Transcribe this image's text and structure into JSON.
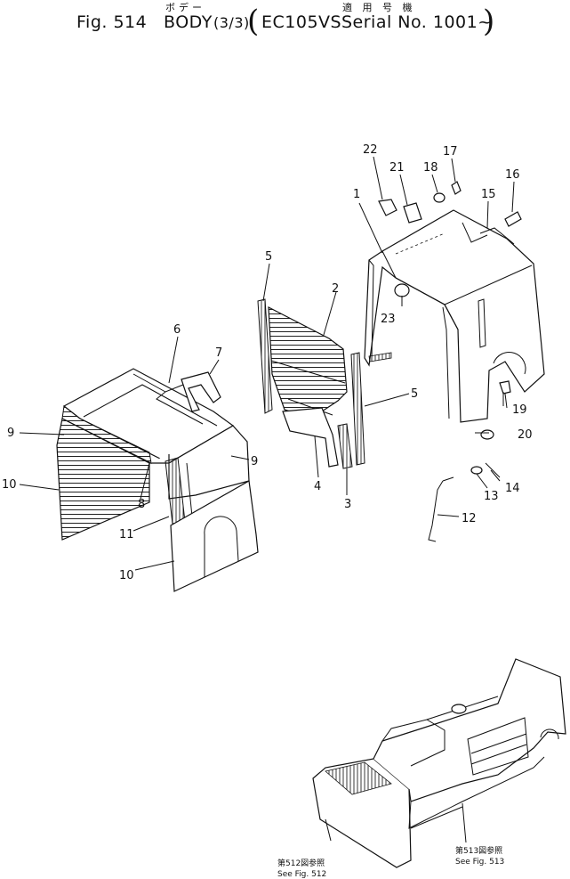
{
  "header": {
    "fig_label": "Fig. 514",
    "body_label": "BODY",
    "fraction": "(3/3)",
    "jp_title": "ボデー",
    "jp_applicable": "適 用 号 機",
    "model": "EC105VS",
    "serial_label": "Serial No. 1001~"
  },
  "callouts": {
    "c1": "1",
    "c2": "2",
    "c3": "3",
    "c4": "4",
    "c5a": "5",
    "c5b": "5",
    "c6": "6",
    "c7": "7",
    "c8": "8",
    "c9a": "9",
    "c9b": "9",
    "c10a": "10",
    "c10b": "10",
    "c11": "11",
    "c12": "12",
    "c13": "13",
    "c14": "14",
    "c15": "15",
    "c16": "16",
    "c17": "17",
    "c18": "18",
    "c19": "19",
    "c20": "20",
    "c21": "21",
    "c22": "22",
    "c23": "23"
  },
  "references": {
    "ref512_jp": "第512図参照",
    "ref512_en": "See  Fig. 512",
    "ref513_jp": "第513図参照",
    "ref513_en": "See  Fig. 513"
  }
}
